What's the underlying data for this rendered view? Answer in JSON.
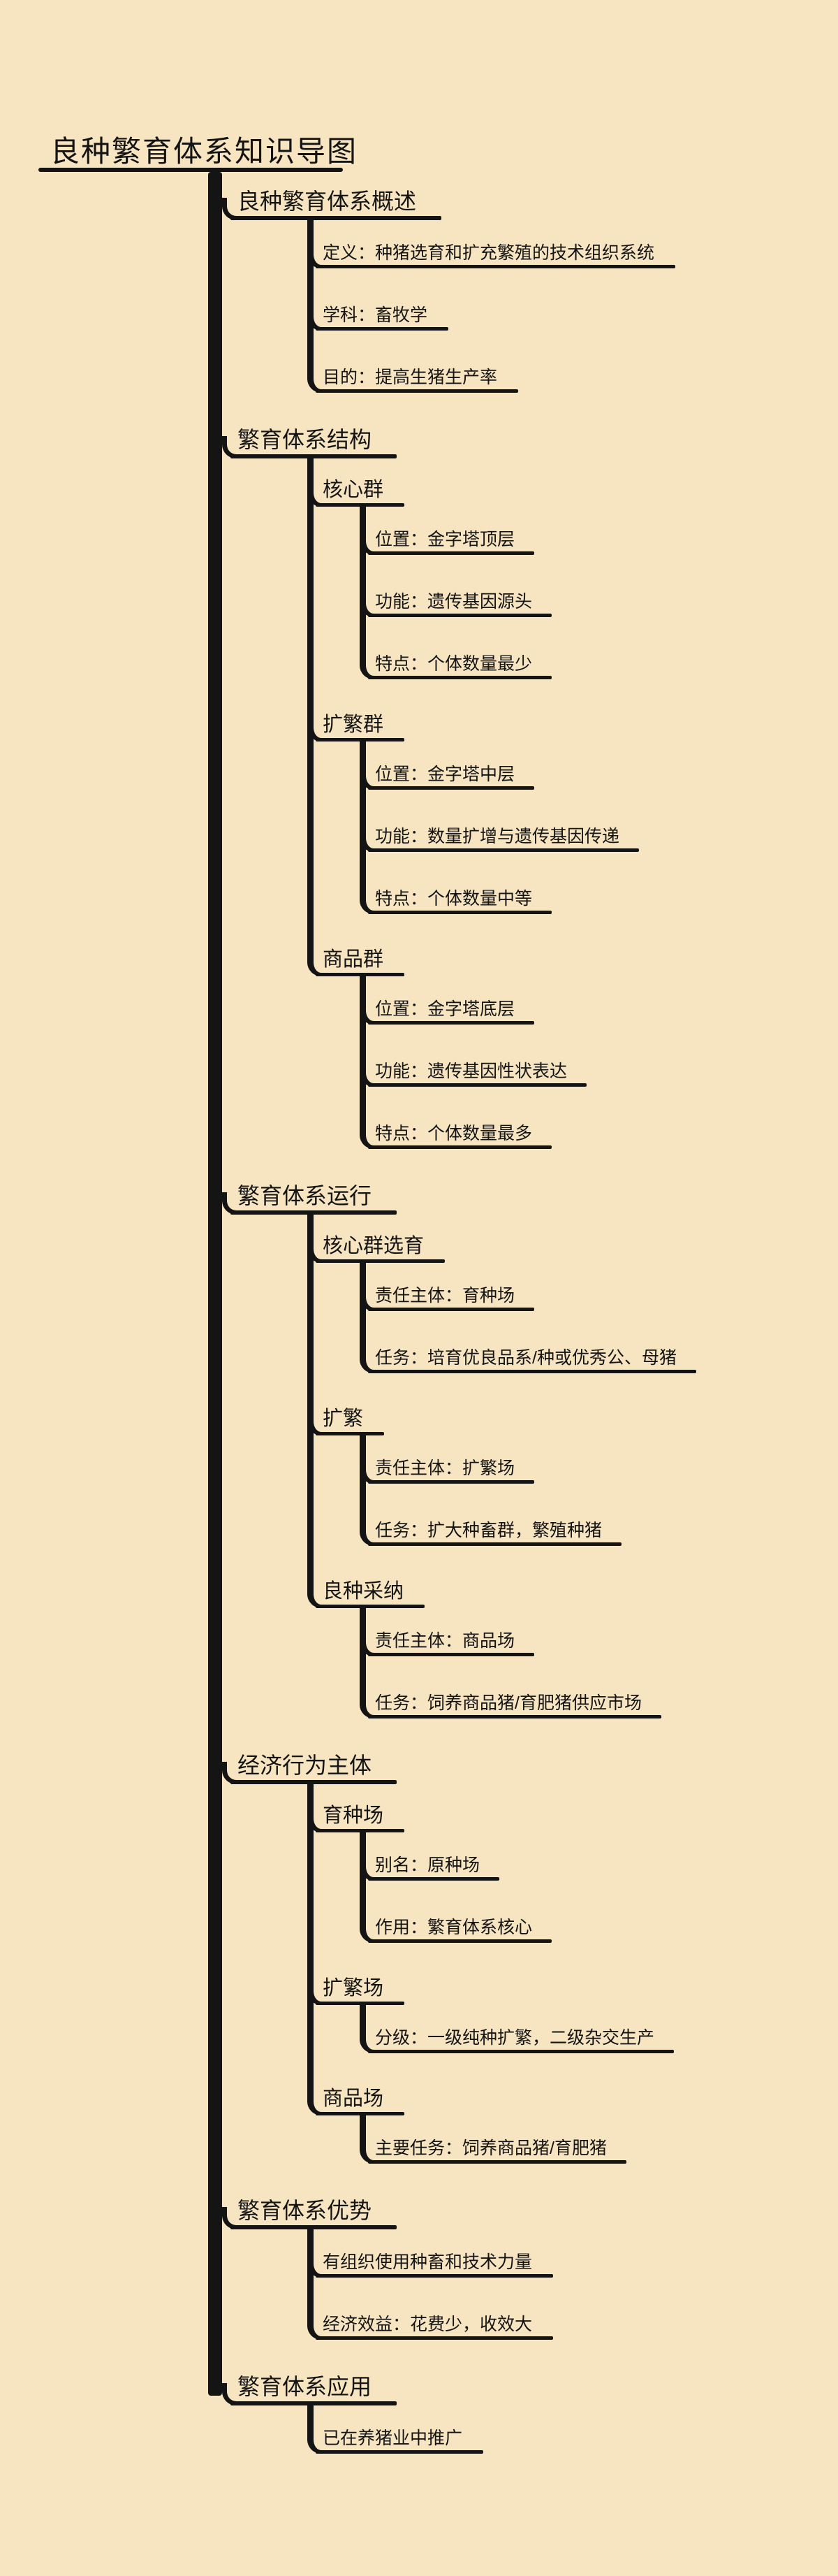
{
  "title": "良种繁育体系知识导图",
  "colors": {
    "background": "#F7E5C1",
    "ink": "#141414"
  },
  "tree": [
    {
      "label": "良种繁育体系概述",
      "children": [
        {
          "label": "定义：种猪选育和扩充繁殖的技术组织系统"
        },
        {
          "label": "学科：畜牧学"
        },
        {
          "label": "目的：提高生猪生产率"
        }
      ]
    },
    {
      "label": "繁育体系结构",
      "children": [
        {
          "label": "核心群",
          "children": [
            {
              "label": "位置：金字塔顶层"
            },
            {
              "label": "功能：遗传基因源头"
            },
            {
              "label": "特点：个体数量最少"
            }
          ]
        },
        {
          "label": "扩繁群",
          "children": [
            {
              "label": "位置：金字塔中层"
            },
            {
              "label": "功能：数量扩增与遗传基因传递"
            },
            {
              "label": "特点：个体数量中等"
            }
          ]
        },
        {
          "label": "商品群",
          "children": [
            {
              "label": "位置：金字塔底层"
            },
            {
              "label": "功能：遗传基因性状表达"
            },
            {
              "label": "特点：个体数量最多"
            }
          ]
        }
      ]
    },
    {
      "label": "繁育体系运行",
      "children": [
        {
          "label": "核心群选育",
          "children": [
            {
              "label": "责任主体：育种场"
            },
            {
              "label": "任务：培育优良品系/种或优秀公、母猪"
            }
          ]
        },
        {
          "label": "扩繁",
          "children": [
            {
              "label": "责任主体：扩繁场"
            },
            {
              "label": "任务：扩大种畜群，繁殖种猪"
            }
          ]
        },
        {
          "label": "良种采纳",
          "children": [
            {
              "label": "责任主体：商品场"
            },
            {
              "label": "任务：饲养商品猪/育肥猪供应市场"
            }
          ]
        }
      ]
    },
    {
      "label": "经济行为主体",
      "children": [
        {
          "label": "育种场",
          "children": [
            {
              "label": "别名：原种场"
            },
            {
              "label": "作用：繁育体系核心"
            }
          ]
        },
        {
          "label": "扩繁场",
          "children": [
            {
              "label": "分级：一级纯种扩繁，二级杂交生产"
            }
          ]
        },
        {
          "label": "商品场",
          "children": [
            {
              "label": "主要任务：饲养商品猪/育肥猪"
            }
          ]
        }
      ]
    },
    {
      "label": "繁育体系优势",
      "children": [
        {
          "label": "有组织使用种畜和技术力量"
        },
        {
          "label": "经济效益：花费少，收效大"
        }
      ]
    },
    {
      "label": "繁育体系应用",
      "children": [
        {
          "label": "已在养猪业中推广"
        }
      ]
    }
  ]
}
